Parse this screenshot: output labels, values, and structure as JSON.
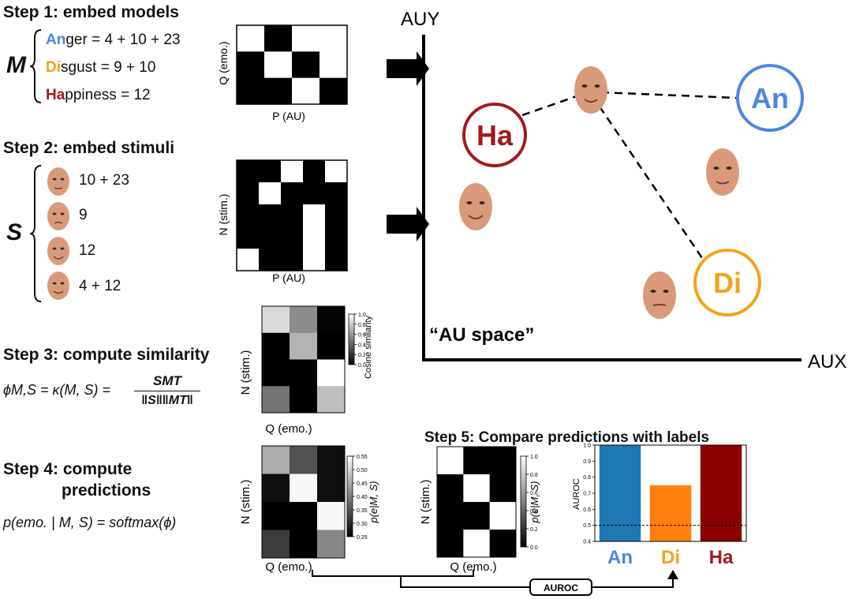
{
  "steps": {
    "step1": "Step 1: embed models",
    "step2": "Step 2: embed stimuli",
    "step3": "Step 3: compute similarity",
    "step4a": "Step 4: compute",
    "step4b": "predictions",
    "step5": "Step 5: Compare predictions with labels"
  },
  "models": {
    "symbol": "M",
    "items": [
      {
        "abbr": "An",
        "rest": "ger = 4 + 10 + 23",
        "color": "#4a87df"
      },
      {
        "abbr": "Di",
        "rest": "sgust = 9 + 10",
        "color": "#f2a31b"
      },
      {
        "abbr": "Ha",
        "rest": "ppiness = 12",
        "color": "#a3191b"
      }
    ]
  },
  "stimuli": {
    "symbol": "S",
    "items": [
      "10 + 23",
      "9",
      "12",
      "4 + 12"
    ]
  },
  "formulas": {
    "similarity_lhs": "ϕM,S = κ(M, S) =",
    "similarity_num": "SMT",
    "similarity_den": "‖S‖‖MT‖",
    "prediction": "p(emo. | M, S) = softmax(ϕ)"
  },
  "matrix_labels": {
    "q_emo": "Q (emo.)",
    "p_au": "P (AU)",
    "n_stim": "N (stim.)"
  },
  "matrices": {
    "models": [
      [
        1,
        0,
        1,
        1
      ],
      [
        0,
        1,
        0,
        1
      ],
      [
        0,
        0,
        1,
        0
      ]
    ],
    "stimuli": [
      [
        0,
        0,
        1,
        0,
        1
      ],
      [
        0,
        1,
        0,
        0,
        0
      ],
      [
        0,
        0,
        0,
        1,
        0
      ],
      [
        0,
        0,
        0,
        1,
        0
      ],
      [
        1,
        0,
        0,
        1,
        0
      ]
    ],
    "similarity": [
      0.85,
      0.55,
      0.02,
      0.0,
      0.7,
      0.0,
      0.0,
      0.0,
      1.0,
      0.45,
      0.0,
      0.75
    ],
    "predictions": [
      0.45,
      0.33,
      0.24,
      0.24,
      0.55,
      0.24,
      0.22,
      0.22,
      0.55,
      0.3,
      0.21,
      0.4
    ],
    "labels": [
      1,
      0,
      0,
      0,
      1,
      0,
      0,
      0,
      1,
      0,
      1,
      0
    ]
  },
  "colorbars": {
    "cosine": {
      "label": "Cosine similarity",
      "ticks": [
        "1.0",
        "0.8",
        "0.6",
        "0.4",
        "0.2",
        "0.0"
      ]
    },
    "pred": {
      "label": "p(e|M, S)",
      "ticks": [
        "0.55",
        "0.50",
        "0.45",
        "0.40",
        "0.35",
        "0.30",
        "0.25"
      ]
    },
    "labels": {
      "label": "p(e|M, S)",
      "ticks": [
        "1.0",
        "0.8",
        "0.6",
        "0.4",
        "0.2",
        "0.0"
      ]
    }
  },
  "au_space": {
    "y_axis": "AUY",
    "x_axis": "AUX",
    "label": "“AU space”",
    "nodes": {
      "an": "An",
      "ha": "Ha",
      "di": "Di"
    },
    "colors": {
      "an": "#4a87df",
      "ha": "#a3191b",
      "di": "#f2a31b"
    }
  },
  "auroc_badge": "AUROC",
  "chart_data": {
    "type": "bar",
    "categories": [
      "An",
      "Di",
      "Ha"
    ],
    "values": [
      1.0,
      0.75,
      1.0
    ],
    "colors": [
      "#1f77b4",
      "#ff7f0e",
      "#8b0000"
    ],
    "ylabel": "AUROC",
    "ylim": [
      0.4,
      1.0
    ],
    "yticks": [
      "0.4",
      "0.5",
      "0.6",
      "0.7",
      "0.8",
      "0.9",
      "1.0"
    ],
    "reference_line": 0.5
  }
}
